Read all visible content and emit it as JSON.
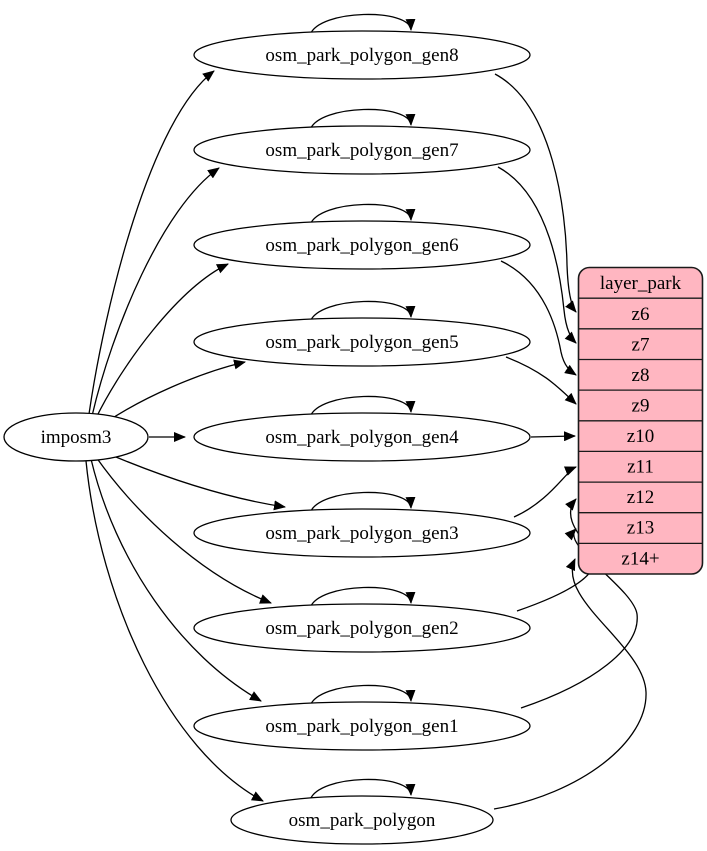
{
  "imposm3": {
    "label": "imposm3"
  },
  "generalized_tables": [
    {
      "label": "osm_park_polygon_gen8"
    },
    {
      "label": "osm_park_polygon_gen7"
    },
    {
      "label": "osm_park_polygon_gen6"
    },
    {
      "label": "osm_park_polygon_gen5"
    },
    {
      "label": "osm_park_polygon_gen4"
    },
    {
      "label": "osm_park_polygon_gen3"
    },
    {
      "label": "osm_park_polygon_gen2"
    },
    {
      "label": "osm_park_polygon_gen1"
    },
    {
      "label": "osm_park_polygon"
    }
  ],
  "layer_table": {
    "title": "layer_park",
    "zoom_rows": [
      "z6",
      "z7",
      "z8",
      "z9",
      "z10",
      "z11",
      "z12",
      "z13",
      "z14+"
    ]
  },
  "edges": {
    "from_source": [
      "osm_park_polygon_gen8",
      "osm_park_polygon_gen7",
      "osm_park_polygon_gen6",
      "osm_park_polygon_gen5",
      "osm_park_polygon_gen4",
      "osm_park_polygon_gen3",
      "osm_park_polygon_gen2",
      "osm_park_polygon_gen1",
      "osm_park_polygon"
    ],
    "self_loops": [
      "osm_park_polygon_gen8",
      "osm_park_polygon_gen7",
      "osm_park_polygon_gen6",
      "osm_park_polygon_gen5",
      "osm_park_polygon_gen4",
      "osm_park_polygon_gen3",
      "osm_park_polygon_gen2",
      "osm_park_polygon_gen1",
      "osm_park_polygon"
    ],
    "table_to_zoom": [
      {
        "from": "osm_park_polygon_gen8",
        "to": "z6"
      },
      {
        "from": "osm_park_polygon_gen7",
        "to": "z7"
      },
      {
        "from": "osm_park_polygon_gen6",
        "to": "z8"
      },
      {
        "from": "osm_park_polygon_gen5",
        "to": "z9"
      },
      {
        "from": "osm_park_polygon_gen4",
        "to": "z10"
      },
      {
        "from": "osm_park_polygon_gen3",
        "to": "z11"
      },
      {
        "from": "osm_park_polygon_gen2",
        "to": "z12"
      },
      {
        "from": "osm_park_polygon_gen1",
        "to": "z13"
      },
      {
        "from": "osm_park_polygon",
        "to": "z14+"
      }
    ]
  },
  "colors": {
    "table_fill": "#ffb6c1",
    "node_fill": "#ffffff",
    "stroke": "#000000"
  }
}
